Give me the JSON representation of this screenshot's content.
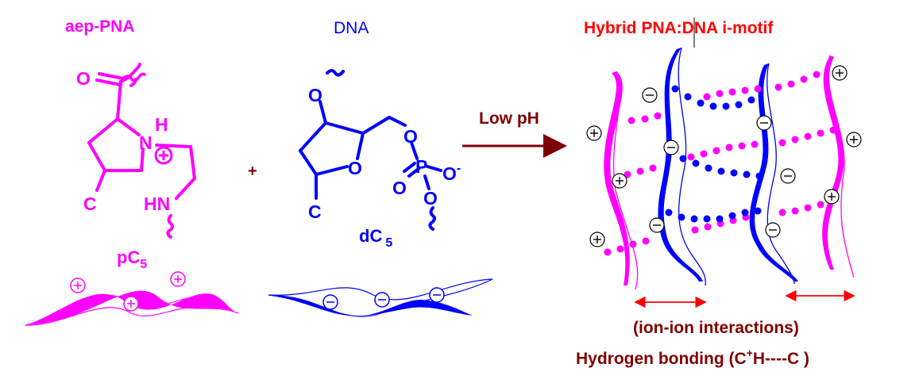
{
  "colors": {
    "pna": "#ff00ff",
    "dna": "#0000ff",
    "arrow": "#7f0000",
    "title": "#ff0000",
    "bracket": "#ff0000",
    "caption": "#800000"
  },
  "left": {
    "pna_title": "aep-PNA",
    "pna_atoms": {
      "O": "O",
      "N": "N",
      "H": "H",
      "C": "C",
      "HN": "HN"
    },
    "pna_name": "pC",
    "pna_sub": "5",
    "plus": "+",
    "dna_title": "DNA",
    "dna_atoms": {
      "O1": "O",
      "O2": "O",
      "O3": "O",
      "O4": "O",
      "O5": "O",
      "P": "P",
      "C": "C",
      "Ominus": "O"
    },
    "dna_name": "dC",
    "dna_sub": "5",
    "dna_charge": "-"
  },
  "arrow_label": "Low pH",
  "right": {
    "title": "Hybrid PNA:DNA i-motif",
    "caption1": "(ion-ion interactions)",
    "caption2_pre": "Hydrogen bonding (C",
    "caption2_sup": "+",
    "caption2_post": "H----C )"
  },
  "icons": {
    "plus_charge": "plus-charge-icon",
    "minus_charge": "minus-charge-icon",
    "double_arrow": "double-arrow-icon"
  }
}
